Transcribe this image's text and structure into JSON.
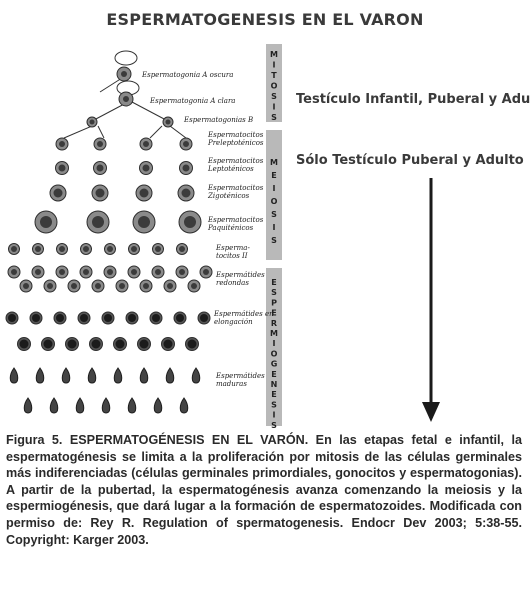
{
  "title": "ESPERMATOGENESIS EN EL VARON",
  "phases": [
    {
      "name": "MITOSIS",
      "letters": [
        "M",
        "I",
        "T",
        "O",
        "S",
        "I",
        "S"
      ]
    },
    {
      "name": "MEIOSIS",
      "letters": [
        "M",
        "E",
        "I",
        "O",
        "S",
        "I",
        "S"
      ]
    },
    {
      "name": "ESPERMIOGENESIS",
      "letters": [
        "E",
        "S",
        "P",
        "E",
        "R",
        "M",
        "I",
        "O",
        "G",
        "E",
        "N",
        "E",
        "S",
        "I",
        "S"
      ]
    }
  ],
  "stage_labels": {
    "infantil": "Testículo Infantil, Puberal y Adulto",
    "puberal": "Sólo Testículo Puberal y Adulto"
  },
  "cell_labels": [
    "Espermatogonia A oscura",
    "Espermatogonia A clara",
    "Espermatogonias B",
    "Espermatocitos",
    "Preleptoténicos",
    "Espermatocitos",
    "Leptoténicos",
    "Espermatocitos",
    "Zigoténicos",
    "Espermatocitos",
    "Paquiténicos",
    "Esperma-",
    "tocitos II",
    "Espermátides",
    "redondas",
    "Espermátides en",
    "elongación",
    "Espermátides",
    "maduras"
  ],
  "caption": {
    "bold_intro": "Figura 5. ESPERMATOGÉNESIS EN EL VARÓN.",
    "body": " En las etapas fetal e infantil, la espermatogénesis se limita a la proliferación por mitosis de las células germinales más indiferenciadas (células germinales primordiales, gonocitos y espermatogonias). A partir de la pubertad, la espermatogénesis avanza comenzando la meiosis y la espermiogénesis, que dará lugar a la formación de espermatozoides. Modificada con permiso de: Rey R. Regulation of spermatogenesis. Endocr Dev 2003; 5:38-55. Copyright: Karger 2003."
  }
}
